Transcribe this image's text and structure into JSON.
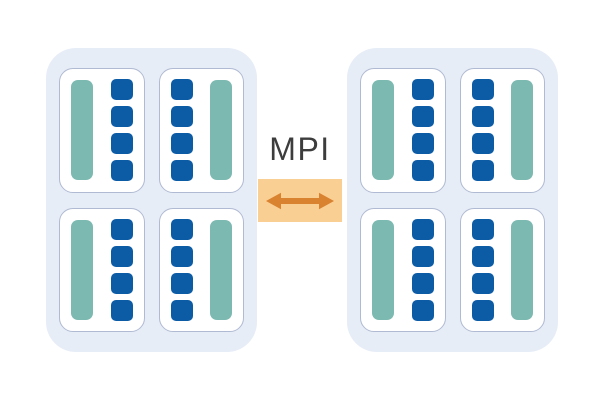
{
  "diagram": {
    "connector": {
      "label": "MPI"
    },
    "squares_per_column": 4,
    "nodes": [
      {
        "boxes": [
          {
            "bar_side": "left"
          },
          {
            "bar_side": "right"
          },
          {
            "bar_side": "left"
          },
          {
            "bar_side": "right"
          }
        ]
      },
      {
        "boxes": [
          {
            "bar_side": "left"
          },
          {
            "bar_side": "right"
          },
          {
            "bar_side": "left"
          },
          {
            "bar_side": "right"
          }
        ]
      }
    ],
    "colors": {
      "background": "#FFFFFF",
      "node-fill": "#E7EDF7",
      "box-fill": "#FFFFFF",
      "box-border": "#B0BAD2",
      "bar-teal": "#7CB9B1",
      "square-blue": "#0C5BA5",
      "arrow-box-fill": "#FACF94",
      "arrow": "#D98230",
      "label-text": "#3D3D3D"
    }
  }
}
